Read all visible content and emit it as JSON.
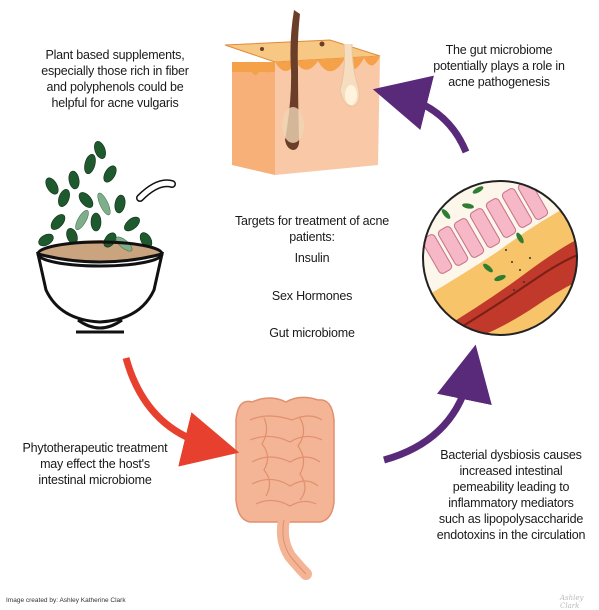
{
  "texts": {
    "plant_supplements": "Plant based supplements, especially those rich in fiber and polyphenols could be helpful for acne vulgaris",
    "gut_microbiome_role": "The gut microbiome potentially plays a role in acne pathogenesis",
    "targets_title": "Targets for treatment of acne patients:",
    "target_insulin": "Insulin",
    "target_sex_hormones": "Sex Hormones",
    "target_gut_microbiome": "Gut microbiome",
    "phytotherapeutic": "Phytotherapeutic treatment may effect the host's intestinal microbiome",
    "dysbiosis": "Bacterial dysbiosis causes increased intestinal pemeability leading to inflammatory mediators such as lipopolysaccharide endotoxins in the circulation",
    "credit": "Image created by: Ashley Katherine Clark",
    "signature": "Ashley Clark"
  },
  "colors": {
    "red_arrow": "#e8402f",
    "purple_arrow": "#5a2a7a",
    "skin_orange": "#f5a14a",
    "intestine": "#f3b595",
    "bowl": "#111111",
    "leaf": "#1f5a2e"
  }
}
